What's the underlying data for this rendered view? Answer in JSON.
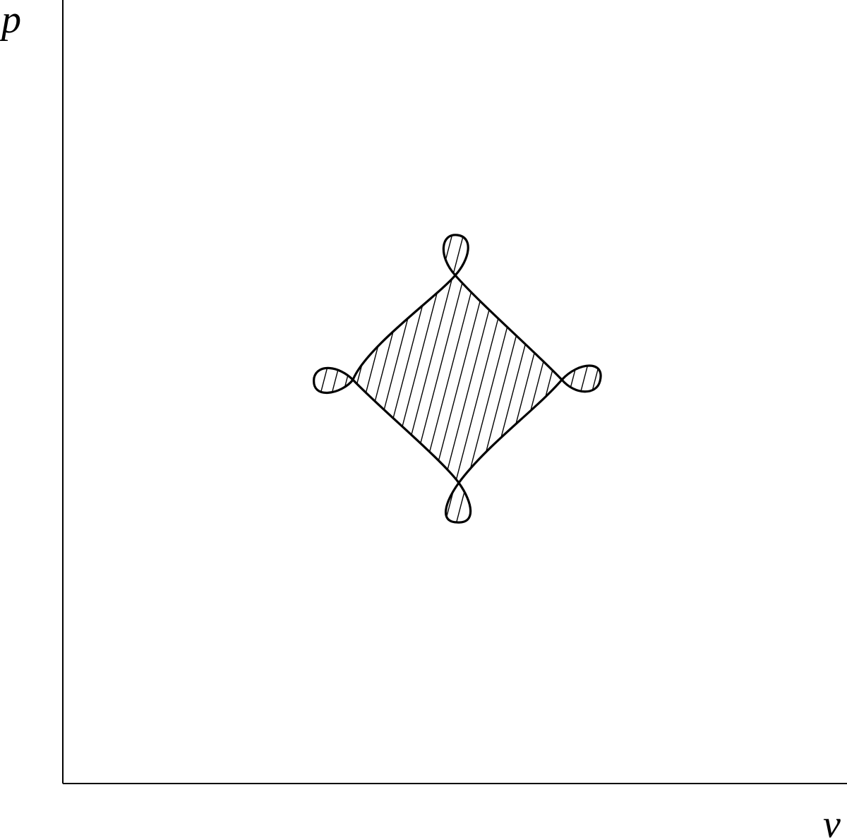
{
  "axes": {
    "y_label": "p",
    "x_label": "v"
  },
  "figure": {
    "ink_color": "#000000",
    "background_color": "#ffffff",
    "fill_pattern": "diagonal-hatch"
  }
}
